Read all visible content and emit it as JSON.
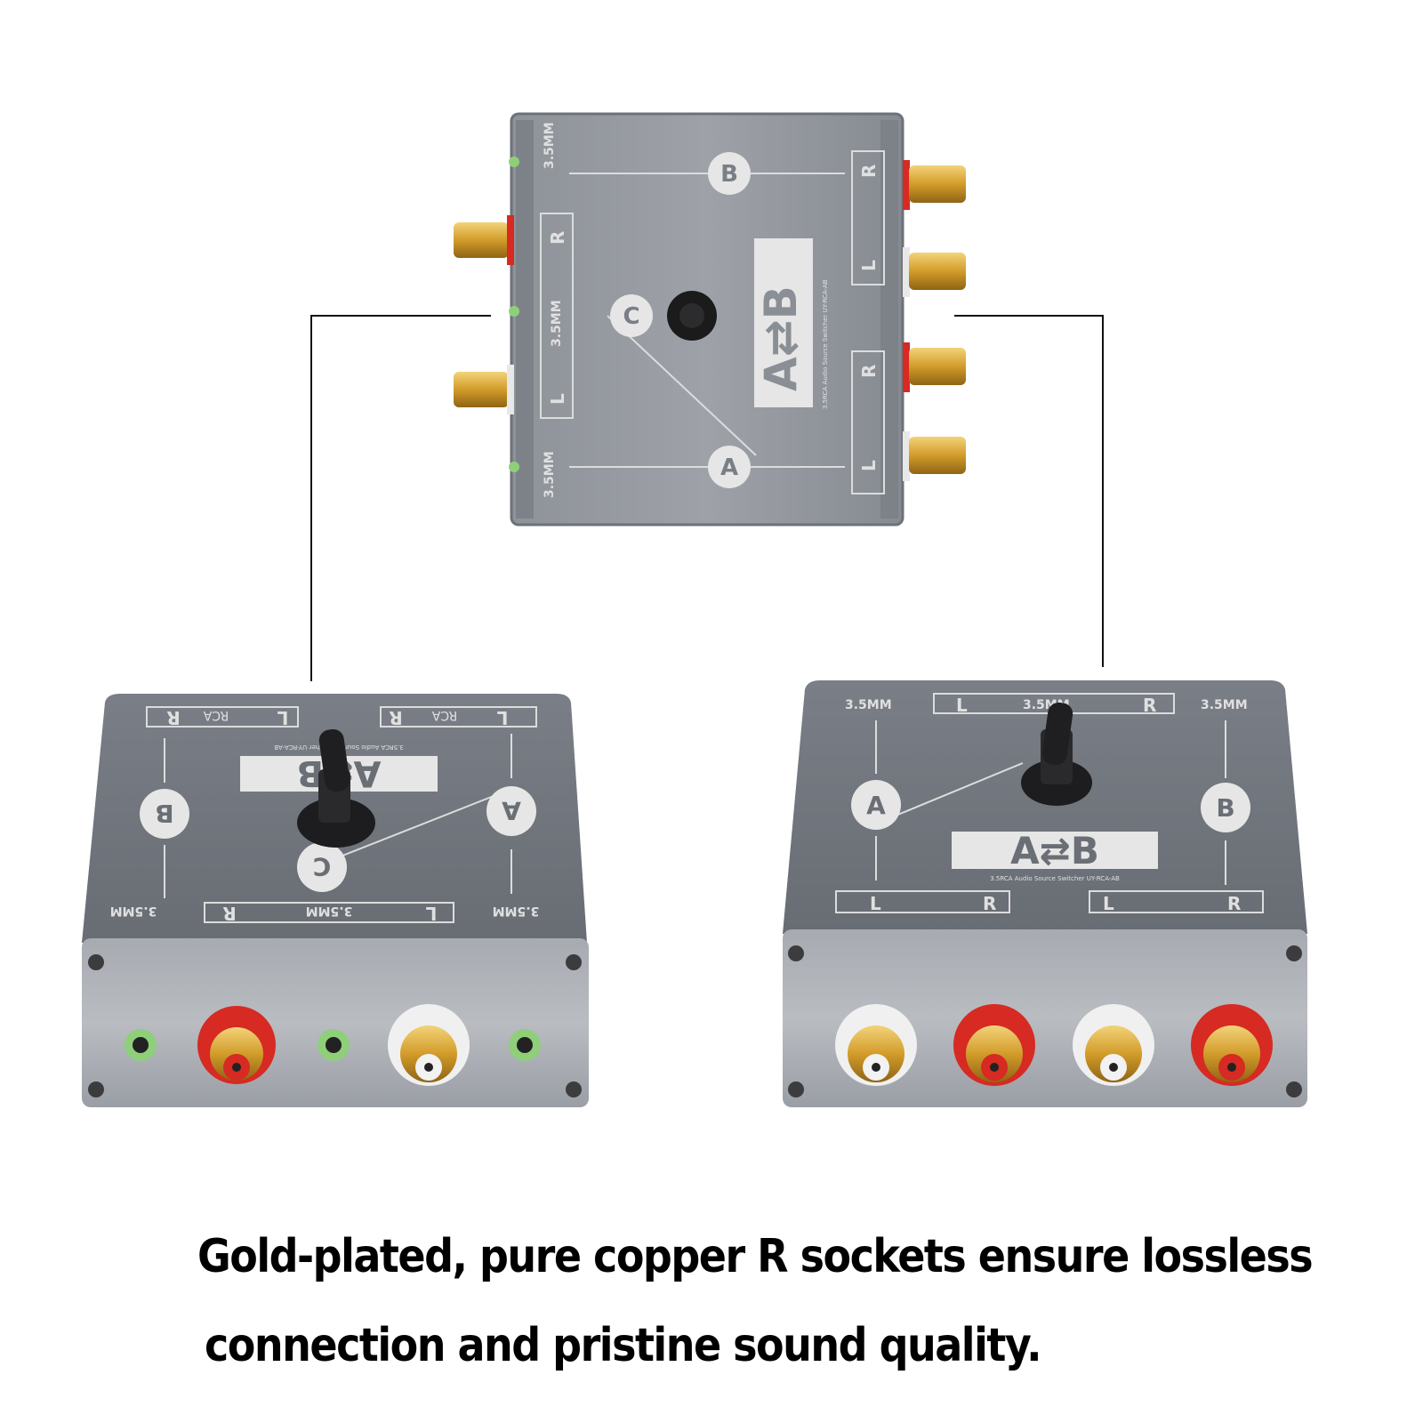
{
  "colors": {
    "panel": "#5d6168",
    "panel_top": "#6a6e75",
    "silver": "#c5c8cd",
    "gold": "#d9a93a",
    "red_jack": "#d62a22",
    "green_jack": "#8fcf7a",
    "print": "#d8d8d8"
  },
  "icons": {
    "toggle": "toggle-switch-icon",
    "rca": "rca-socket-icon",
    "jack": "stereo-jack-icon"
  },
  "top_device": {
    "logo": "A⇄B",
    "port_a": "A",
    "port_b": "B",
    "port_c": "C",
    "size_label": "3.5MM",
    "left": "L",
    "right": "R",
    "model_text": "3.5RCA Audio Source Switcher UY-RCA-AB"
  },
  "left_device": {
    "logo": "A⇄B",
    "port_a": "A",
    "port_b": "B",
    "port_c": "C",
    "size_label": "3.5MM",
    "rca_label": "RCA",
    "left": "L",
    "right": "R",
    "model_text": "3.5RCA Audio Source Switcher UY-RCA-AB"
  },
  "right_device": {
    "logo": "A⇄B",
    "port_a": "A",
    "port_b": "B",
    "size_label": "3.5MM",
    "left": "L",
    "right": "R",
    "model_text": "3.5RCA Audio Source Switcher UY-RCA-AB"
  },
  "caption": {
    "line1": "Gold-plated, pure copper R sockets ensure lossless",
    "line2": "connection and pristine sound quality."
  }
}
